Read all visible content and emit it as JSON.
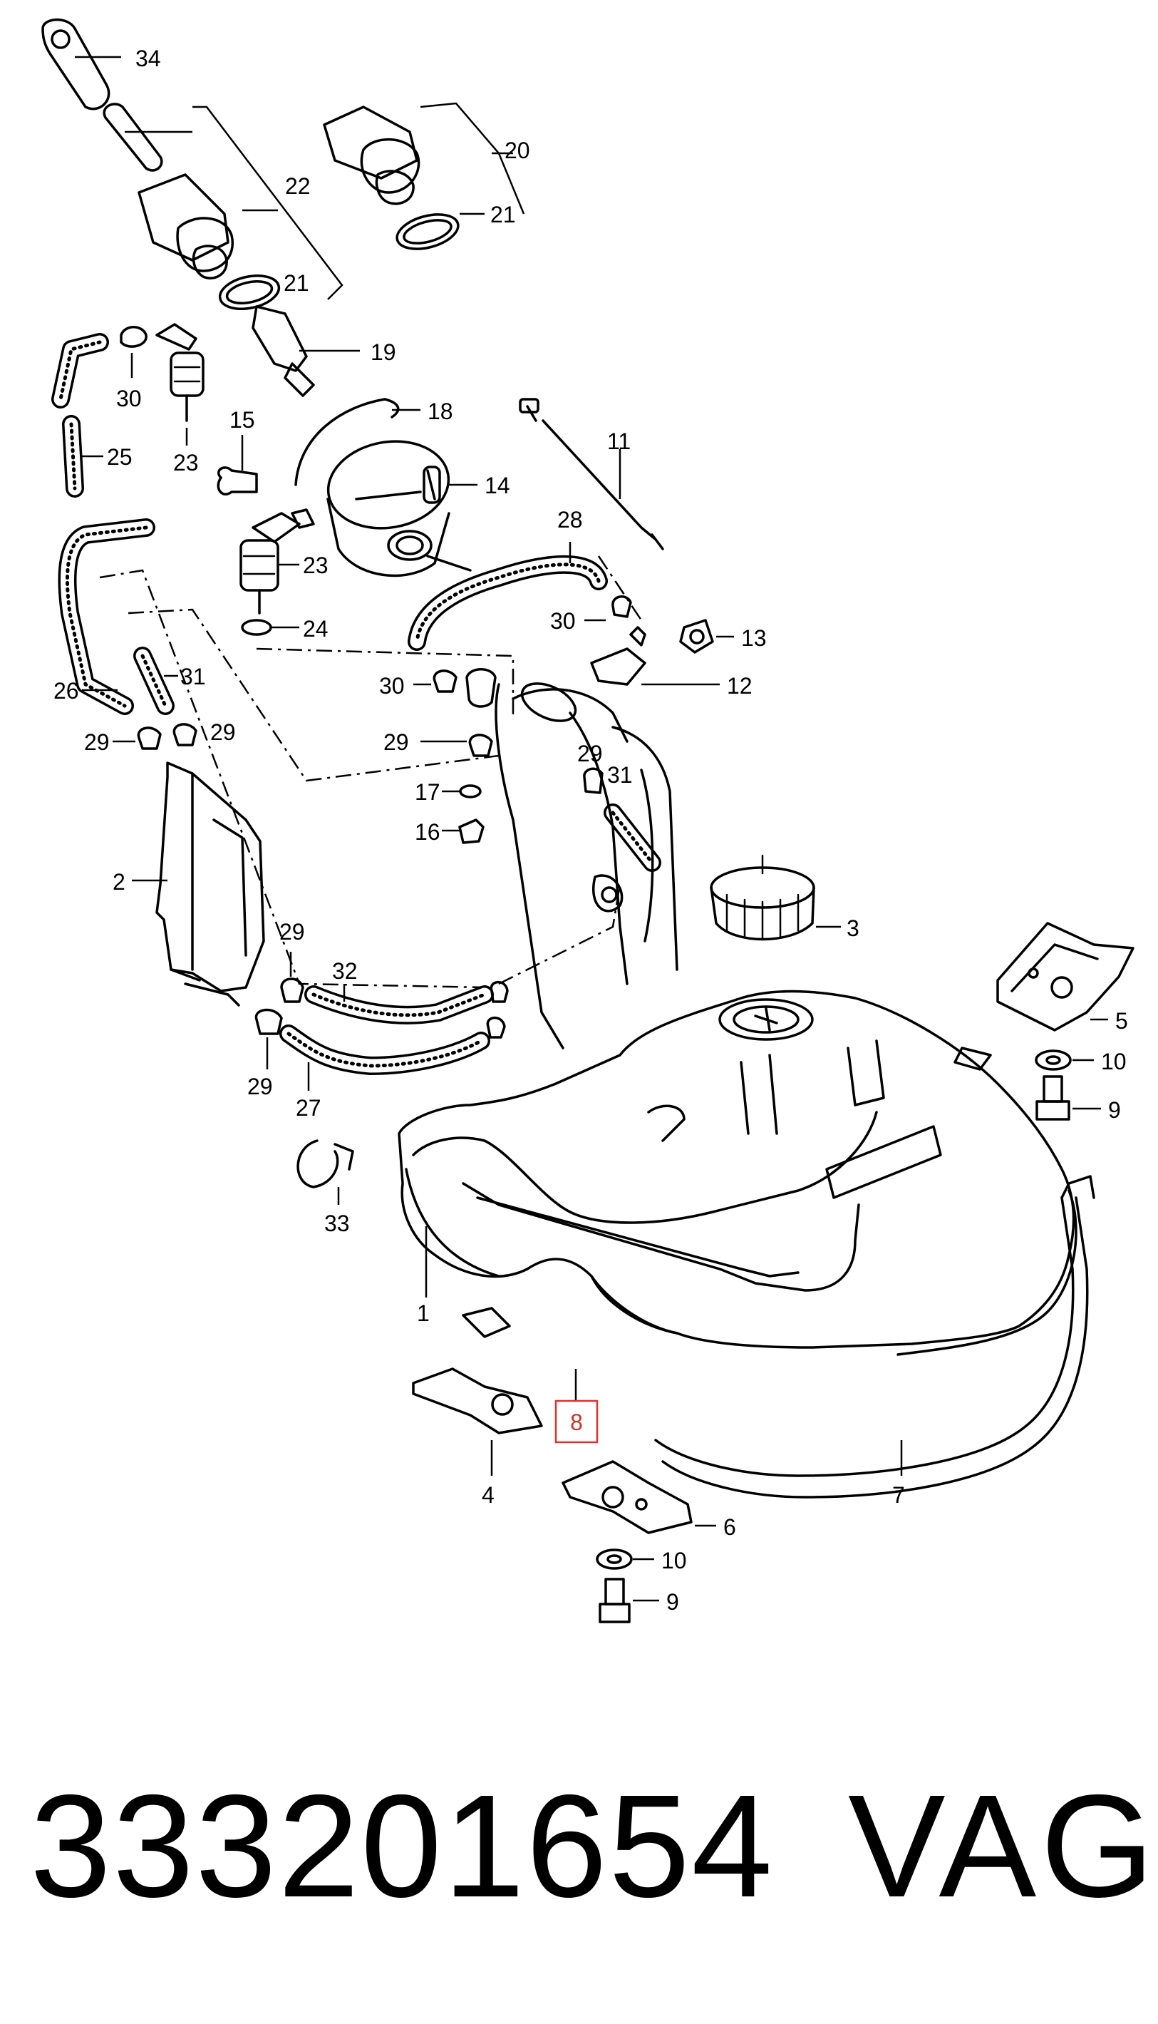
{
  "callouts": {
    "c1": "1",
    "c2": "2",
    "c3": "3",
    "c4": "4",
    "c5": "5",
    "c6": "6",
    "c7": "7",
    "c8": "8",
    "c9a": "9",
    "c9b": "9",
    "c10a": "10",
    "c10b": "10",
    "c11": "11",
    "c12": "12",
    "c13": "13",
    "c14": "14",
    "c15": "15",
    "c16": "16",
    "c17": "17",
    "c18": "18",
    "c19": "19",
    "c20": "20",
    "c21a": "21",
    "c21b": "21",
    "c22": "22",
    "c23a": "23",
    "c23b": "23",
    "c24": "24",
    "c25": "25",
    "c26": "26",
    "c27": "27",
    "c28": "28",
    "c29a": "29",
    "c29b": "29",
    "c29c": "29",
    "c29d": "29",
    "c29e": "29",
    "c29f": "29",
    "c30a": "30",
    "c30b": "30",
    "c30c": "30",
    "c31a": "31",
    "c31b": "31",
    "c32": "32",
    "c33": "33",
    "c34": "34"
  },
  "highlight": {
    "label": "8",
    "color": "#e03030"
  },
  "footer": {
    "part_number": "333201654",
    "brand": "VAG"
  }
}
